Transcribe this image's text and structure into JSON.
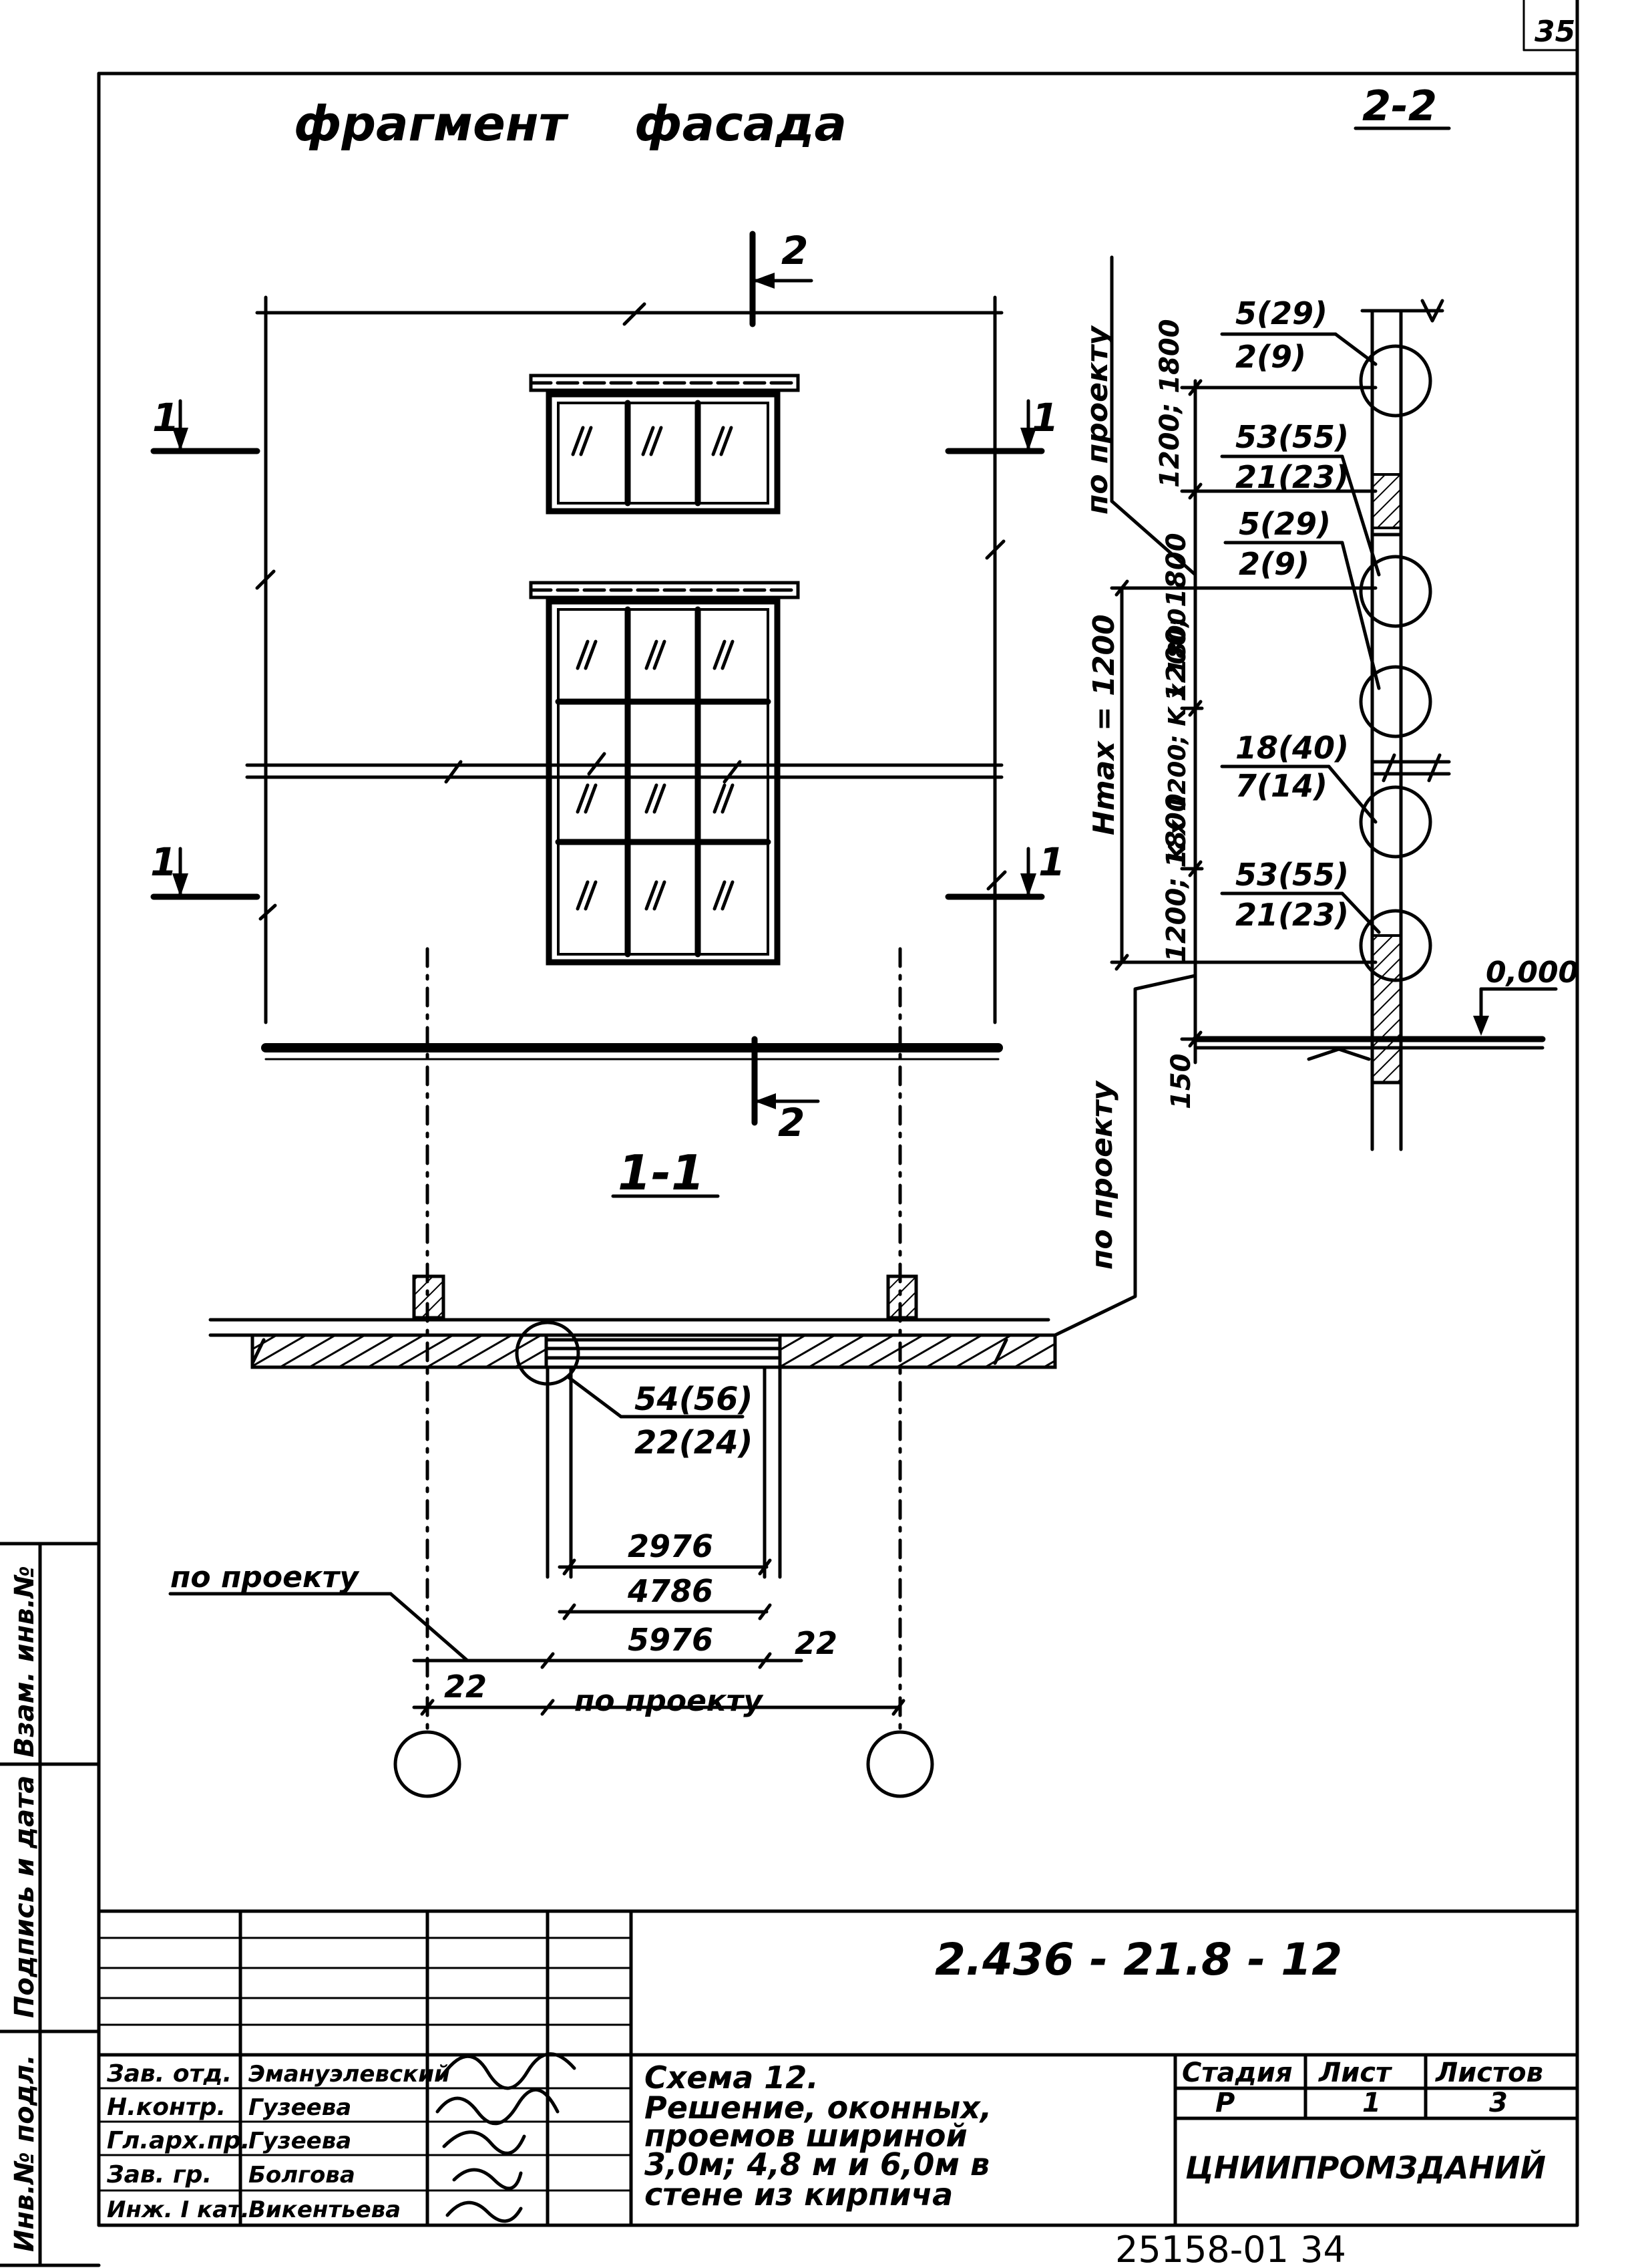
{
  "sheet": {
    "corner_number": "35",
    "title_left": "фрагмент",
    "title_right": "фасада",
    "section_mark_2_2": "2-2",
    "section_mark_1_1": "1-1",
    "cut_label_2": "2",
    "cut_label_1": "1",
    "bottom_stamp": "25158-01   34"
  },
  "facade": {
    "dim_label_1": "1",
    "dim_label_2": "2"
  },
  "section_2_2": {
    "callouts": [
      {
        "top": "5(29)",
        "bottom": "2(9)"
      },
      {
        "top": "53(55)",
        "bottom": "21(23)"
      },
      {
        "top": "5(29)",
        "bottom": "2(9)"
      },
      {
        "top": "18(40)",
        "bottom": "7(14)"
      },
      {
        "top": "53(55)",
        "bottom": "21(23)"
      }
    ],
    "dim_po_proektu_top": "по проекту",
    "dim_po_proektu_bottom": "по проекту",
    "dim_1200_1800_top": "1200; 1800",
    "dim_hmax": "Hmax = 1200",
    "dim_1200_1800_mid": "1200; 1800",
    "dim_kx": "K x 1200; K x 1800",
    "dim_1200_1800_low": "1200; 1800",
    "dim_150": "150",
    "level_mark": "0,000"
  },
  "section_1_1": {
    "callout_top": "54(56)",
    "callout_bottom": "22(24)",
    "dim_2976": "2976",
    "dim_4786": "4786",
    "dim_5976": "5976",
    "dim_22_left": "22",
    "dim_22_right": "22",
    "po_proektu_left": "по проекту",
    "po_proektu_bottom": "по проекту"
  },
  "side_stamp": {
    "col1": "Инв.№ подл.",
    "col2": "Подпись и дата",
    "col3": "Взам. инв.№"
  },
  "title_block": {
    "code": "2.436 - 21.8 - 12",
    "roles": [
      {
        "role": "Зав. отд.",
        "name": "Эмануэлевский"
      },
      {
        "role": "Н.контр.",
        "name": "Гузеева"
      },
      {
        "role": "Гл.арх.пр.",
        "name": "Гузеева"
      },
      {
        "role": "Зав. гр.",
        "name": "Болгова"
      },
      {
        "role": "Инж. I кат.",
        "name": "Викентьева"
      }
    ],
    "description_lines": [
      "Схема      12.",
      "Решение,    оконных,",
      "проемов    шириной",
      "3,0м; 4,8 м  и  6,0м  в",
      "стене      из  кирпича"
    ],
    "stage_header": "Стадия",
    "sheet_header": "Лист",
    "sheets_header": "Листов",
    "stage_value": "Р",
    "sheet_value": "1",
    "sheets_value": "3",
    "organization": "ЦНИИПРОМЗДАНИЙ"
  }
}
